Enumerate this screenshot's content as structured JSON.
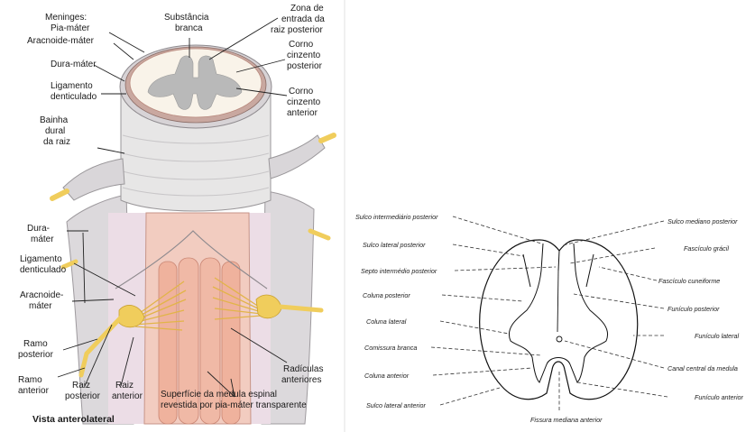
{
  "left_figure": {
    "caption": "Vista anterolateral",
    "labels": {
      "meninges": "Meninges:",
      "pia_mater": "Pia-máter",
      "aracnoide_mater_top": "Aracnoide-máter",
      "dura_mater_top": "Dura-máter",
      "ligamento_denticulado_top_1": "Ligamento",
      "ligamento_denticulado_top_2": "denticulado",
      "bainha_1": "Bainha",
      "bainha_2": "dural",
      "bainha_3": "da raiz",
      "dura_mater_side_1": "Dura-",
      "dura_mater_side_2": "máter",
      "ligamento_denticulado_low_1": "Ligamento",
      "ligamento_denticulado_low_2": "denticulado",
      "aracnoide_mater_low_1": "Aracnoide-",
      "aracnoide_mater_low_2": "máter",
      "ramo_posterior_1": "Ramo",
      "ramo_posterior_2": "posterior",
      "ramo_anterior_1": "Ramo",
      "ramo_anterior_2": "anterior",
      "raiz_posterior_1": "Raiz",
      "raiz_posterior_2": "posterior",
      "raiz_anterior_1": "Raiz",
      "raiz_anterior_2": "anterior",
      "substancia_branca_1": "Substância",
      "substancia_branca_2": "branca",
      "zona_entrada_1": "Zona de",
      "zona_entrada_2": "entrada da",
      "zona_entrada_3": "raiz posterior",
      "corno_posterior_1": "Corno",
      "corno_posterior_2": "cinzento",
      "corno_posterior_3": "posterior",
      "corno_anterior_1": "Corno",
      "corno_anterior_2": "cinzento",
      "corno_anterior_3": "anterior",
      "radiculas_1": "Radículas",
      "radiculas_2": "anteriores",
      "superficie_1": "Superfície da medula espinal",
      "superficie_2": "revestida por pia-máter transparente"
    }
  },
  "right_figure": {
    "labels_left": [
      "Sulco intermediário posterior",
      "Sulco lateral posterior",
      "Septo intermédio posterior",
      "Coluna posterior",
      "Coluna lateral",
      "Comissura branca",
      "Coluna anterior",
      "Sulco lateral anterior"
    ],
    "labels_right": [
      "Sulco mediano posterior",
      "Fascículo grácil",
      "Fascículo cuneiforme",
      "Funículo posterior",
      "Funículo lateral",
      "Canal central da medula",
      "Funículo anterior"
    ],
    "label_bottom": "Fissura mediana anterior"
  },
  "colors": {
    "dura": "#e6e4e4",
    "dura_shadow": "#b9b6ba",
    "arachnoid_inner": "#ece3ea",
    "cord_pink": "#f0b9a6",
    "cord_pink_dark": "#d98f7c",
    "nerve_yellow": "#f0cd5c",
    "white_matter": "#f9f3e9",
    "gray_matter": "#b9b9b9",
    "pia_rim": "#c98573"
  }
}
